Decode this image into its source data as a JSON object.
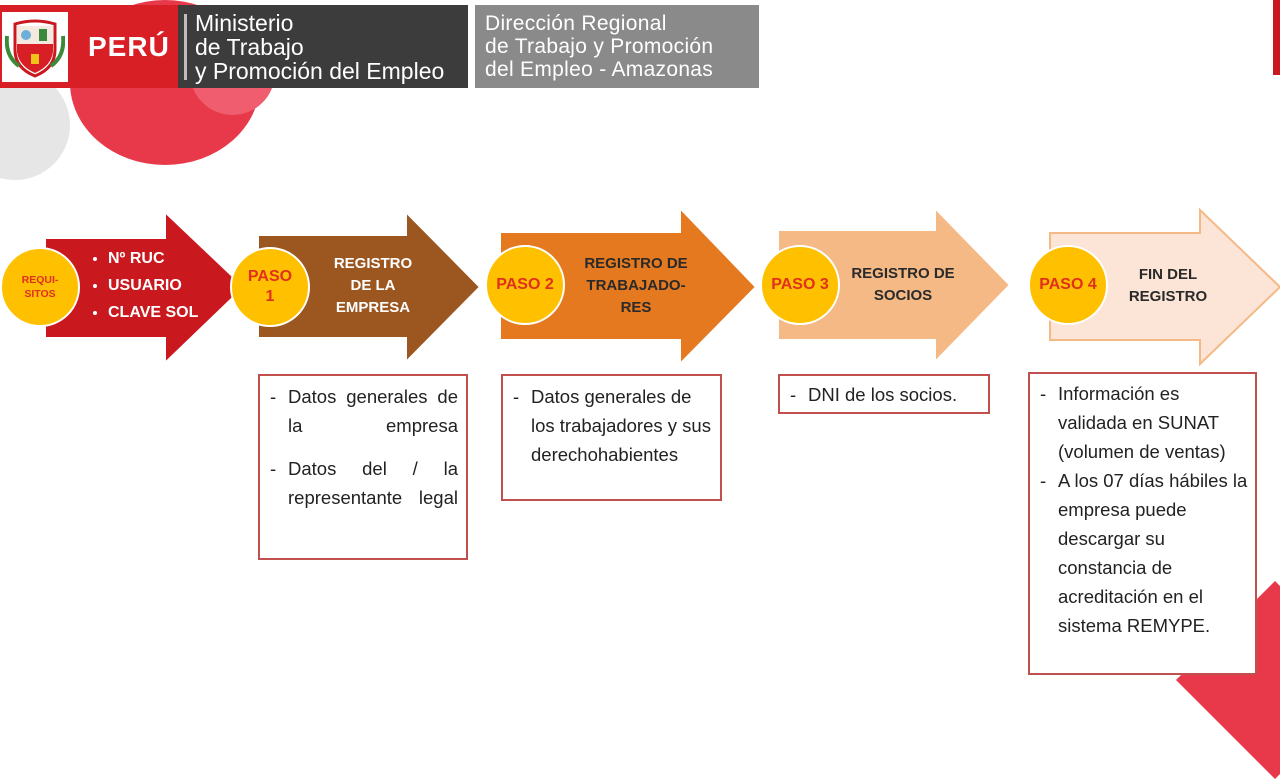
{
  "header": {
    "country": "PERÚ",
    "ministry_lines": [
      "Ministerio",
      "de Trabajo",
      "y Promoción del Empleo"
    ],
    "regional_lines": [
      "Dirección Regional",
      "de Trabajo y Promoción",
      "del Empleo - Amazonas"
    ]
  },
  "colors": {
    "red": "#c9181e",
    "brown": "#9c5620",
    "orange": "#e4791f",
    "peach": "#f5b986",
    "cream": "#fce4d6",
    "circle": "#ffc000",
    "box_border": "#c0504d"
  },
  "steps": [
    {
      "badge": "REQUI-\nSITOS",
      "items": [
        "Nº RUC",
        "USUARIO",
        "CLAVE SOL"
      ]
    },
    {
      "badge": "PASO\n1",
      "label": "REGISTRO\nDE LA\nEMPRESA"
    },
    {
      "badge": "PASO 2",
      "label": "REGISTRO DE\nTRABAJADO-\nRES"
    },
    {
      "badge": "PASO 3",
      "label": "REGISTRO DE\nSOCIOS"
    },
    {
      "badge": "PASO 4",
      "label": "FIN DEL\nREGISTRO"
    }
  ],
  "notes": {
    "paso1": [
      "Datos generales de la empresa",
      "Datos del / la representante legal"
    ],
    "paso2": [
      "Datos generales de los trabajadores y sus derechohabientes"
    ],
    "paso3": [
      "DNI de los socios."
    ],
    "paso4": [
      "Información es validada en SUNAT (volumen de ventas)",
      "A los 07 días hábiles la empresa puede descargar su constancia de acreditación en el sistema REMYPE."
    ]
  }
}
